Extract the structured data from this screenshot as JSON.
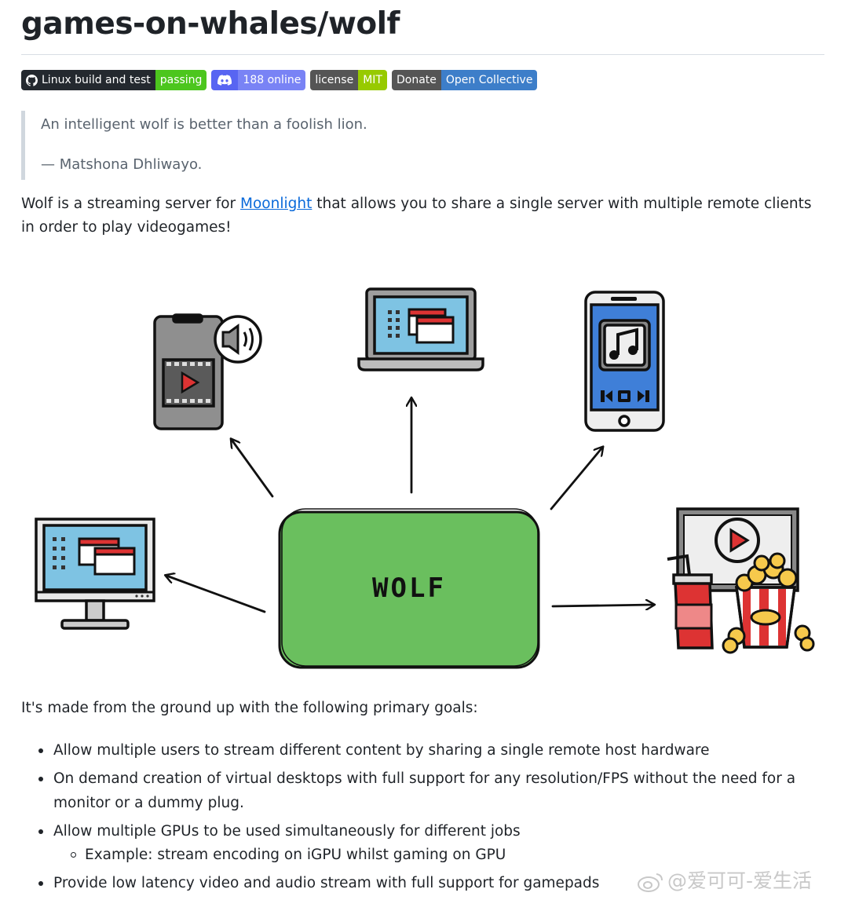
{
  "repo": {
    "title": "games-on-whales/wolf"
  },
  "badges": [
    {
      "left": "Linux build and test",
      "right": "passing",
      "icon": "github-icon",
      "right_color": "#4cc61e"
    },
    {
      "left": "",
      "right": "188 online",
      "icon": "discord-icon",
      "right_color": "#5865f2"
    },
    {
      "left": "license",
      "right": "MIT",
      "icon": "",
      "right_color": "#97ca00"
    },
    {
      "left": "Donate",
      "right": "Open Collective",
      "icon": "",
      "right_color": "#1f6feb"
    }
  ],
  "quote": {
    "line1": "An intelligent wolf is better than a foolish lion.",
    "line2": "— Matshona Dhliwayo."
  },
  "intro": {
    "before_link": "Wolf is a streaming server for ",
    "link": "Moonlight",
    "after_link": " that allows you to share a single server with multiple remote clients in order to play videogames!"
  },
  "diagram": {
    "center_label": "WOLF",
    "center_color": "#6abf5e",
    "devices": [
      "phone-video-icon",
      "laptop-icon",
      "music-phone-icon",
      "desktop-monitor-icon",
      "tv-popcorn-icon"
    ]
  },
  "goals": {
    "intro": "It's made from the ground up with the following primary goals:",
    "items": [
      "Allow multiple users to stream different content by sharing a single remote host hardware",
      "On demand creation of virtual desktops with full support for any resolution/FPS without the need for a monitor or a dummy plug.",
      "Allow multiple GPUs to be used simultaneously for different jobs",
      "Example: stream encoding on iGPU whilst gaming on GPU",
      "Provide low latency video and audio stream with full support for gamepads"
    ]
  },
  "watermark": {
    "text": "@爱可可-爱生活"
  }
}
